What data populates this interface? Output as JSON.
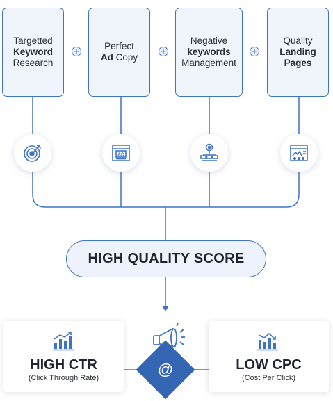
{
  "factors": [
    {
      "line1": "Targetted",
      "line2": "Keyword",
      "line3": "Research",
      "icon": "target-icon"
    },
    {
      "line1": "Perfect",
      "line2": "Ad",
      "line2b": "Copy",
      "icon": "ad-copy-icon"
    },
    {
      "line1": "Negative",
      "line2": "keywords",
      "line3": "Management",
      "icon": "network-keywords-icon"
    },
    {
      "line1": "Quality",
      "line2": "Landing",
      "line3": "Pages",
      "icon": "landing-page-icon"
    }
  ],
  "plus_symbol": "+",
  "score": {
    "label": "HIGH QUALITY SCORE"
  },
  "results": [
    {
      "title": "HIGH CTR",
      "subtitle": "(Click Through Rate)",
      "icon": "bar-chart-icon"
    },
    {
      "title": "LOW CPC",
      "subtitle": "(Cost Per Click)",
      "icon": "bar-chart-icon"
    }
  ],
  "center": {
    "symbol": "@",
    "icon": "megaphone-icon"
  },
  "colors": {
    "accent": "#3f73c4",
    "dark_accent": "#3566b4",
    "box_fill": "#f0f4fb"
  }
}
